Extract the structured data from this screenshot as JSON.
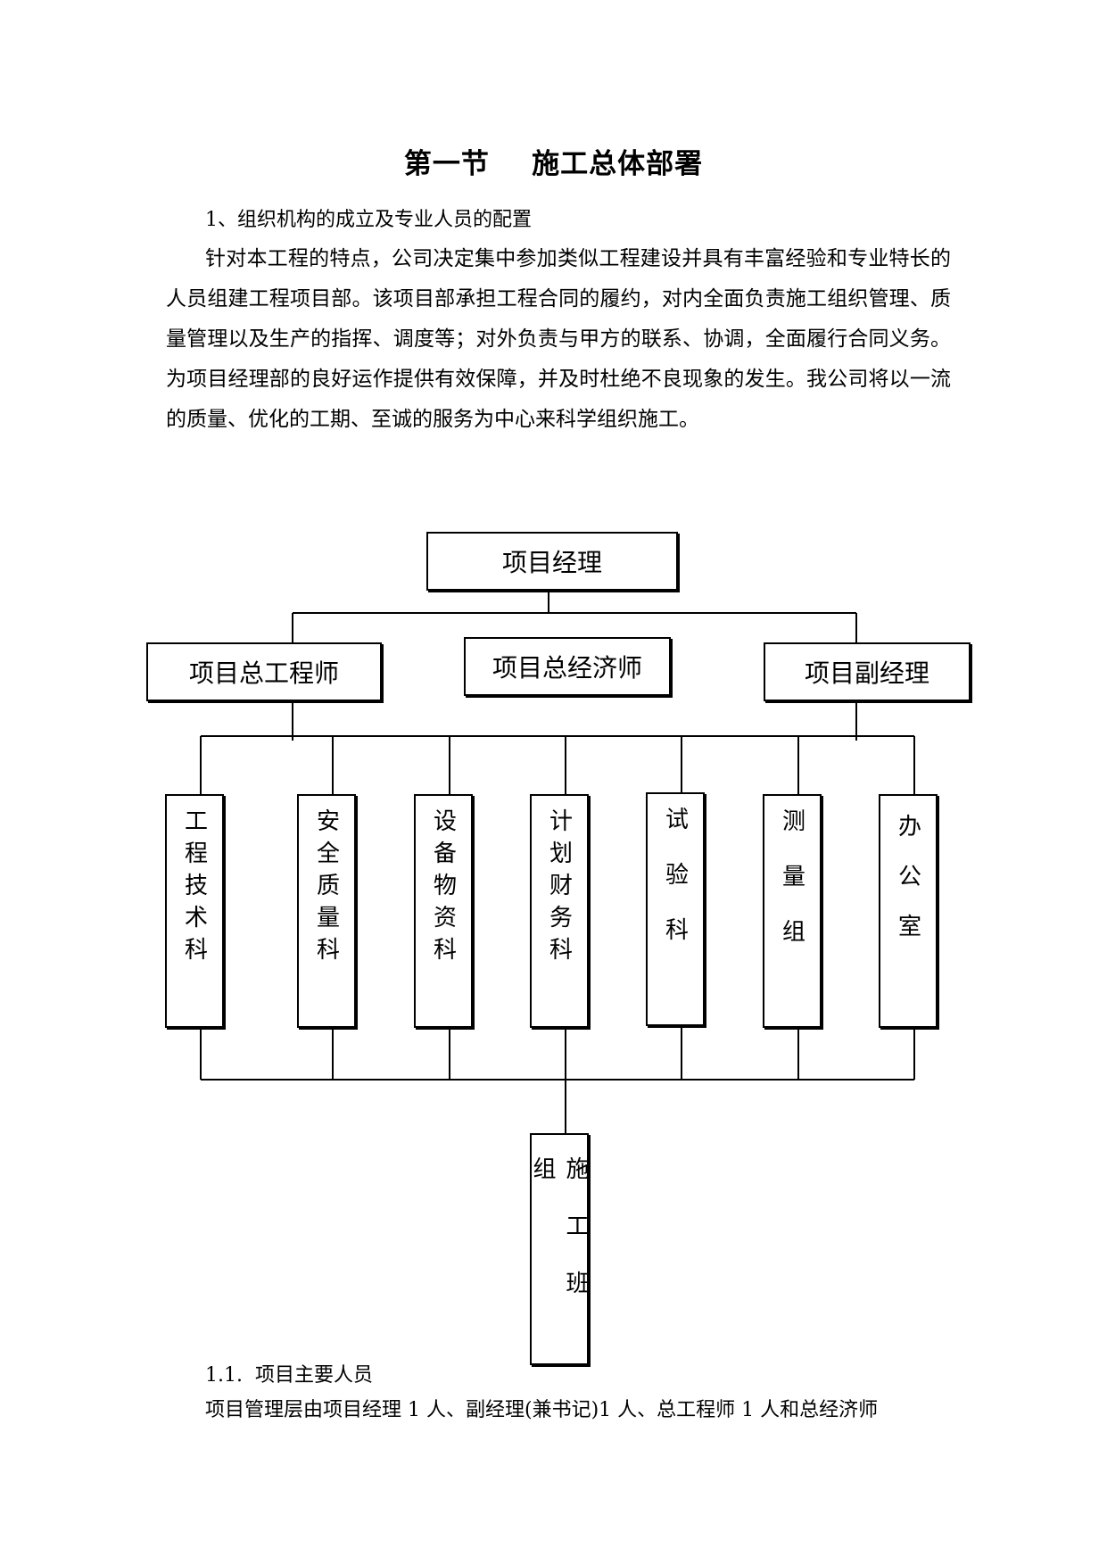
{
  "section": {
    "title": "第一节    施工总体部署",
    "heading": "1、组织机构的成立及专业人员的配置",
    "paragraph": "针对本工程的特点，公司决定集中参加类似工程建设并具有丰富经验和专业特长的人员组建工程项目部。该项目部承担工程合同的履约，对内全面负责施工组织管理、质量管理以及生产的指挥、调度等；对外负责与甲方的联系、协调，全面履行合同义务。为项目经理部的良好运作提供有效保障，并及时杜绝不良现象的发生。我公司将以一流的质量、优化的工期、至诚的服务为中心来科学组织施工。"
  },
  "org_chart": {
    "top": "项目经理",
    "second_level": [
      "项目总工程师",
      "项目总经济师",
      "项目副经理"
    ],
    "departments": [
      "工程技术科",
      "安全质量科",
      "设备物资科",
      "计划财务科",
      "试验科",
      "测量组",
      "办公室"
    ],
    "bottom": "施工班组"
  },
  "subsection": {
    "heading": "1.1.  项目主要人员",
    "text": "项目管理层由项目经理 1 人、副经理(兼书记)1 人、总工程师 1 人和总经济师"
  }
}
